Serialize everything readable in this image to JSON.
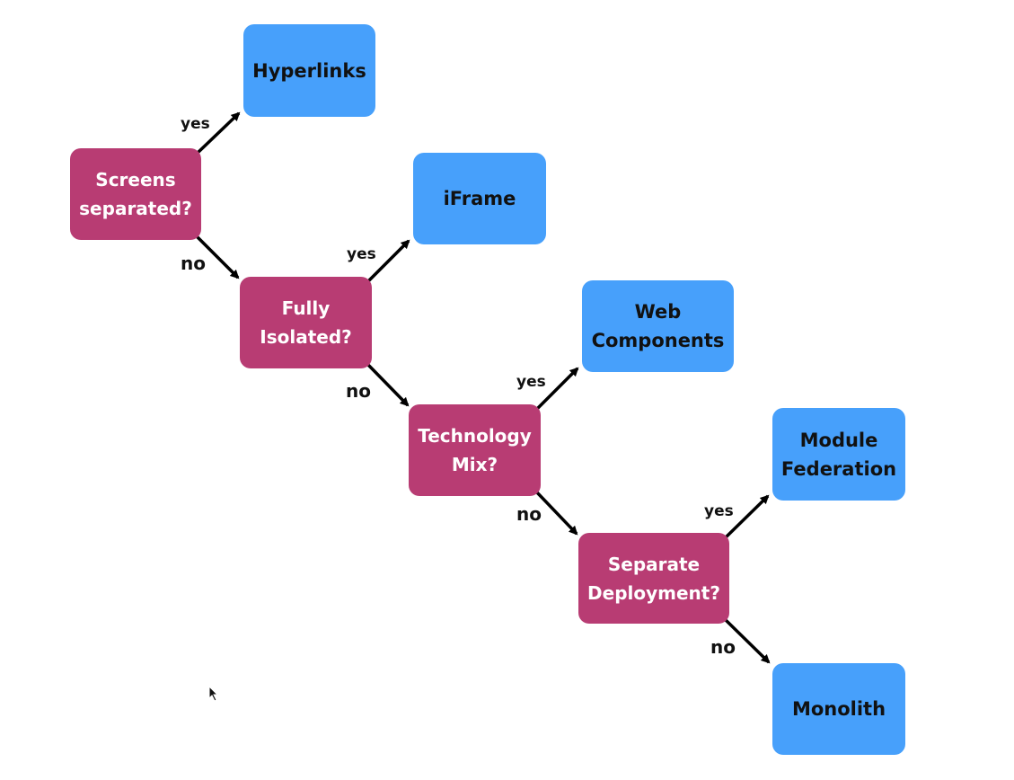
{
  "colors": {
    "decision": "#b83c73",
    "outcome": "#47a0fb",
    "arrow": "#000000",
    "background": "#ffffff"
  },
  "decisions": {
    "screens_separated": [
      "Screens",
      "separated?"
    ],
    "fully_isolated": [
      "Fully",
      "Isolated?"
    ],
    "technology_mix": [
      "Technology",
      "Mix?"
    ],
    "separate_deployment": [
      "Separate",
      "Deployment?"
    ]
  },
  "outcomes": {
    "hyperlinks": [
      "Hyperlinks"
    ],
    "iframe": [
      "iFrame"
    ],
    "web_components": [
      "Web",
      "Components"
    ],
    "module_federation": [
      "Module",
      "Federation"
    ],
    "monolith": [
      "Monolith"
    ]
  },
  "edge_labels": {
    "yes": "yes",
    "no": "no"
  },
  "icons": {
    "cursor": "mouse-pointer-icon"
  }
}
